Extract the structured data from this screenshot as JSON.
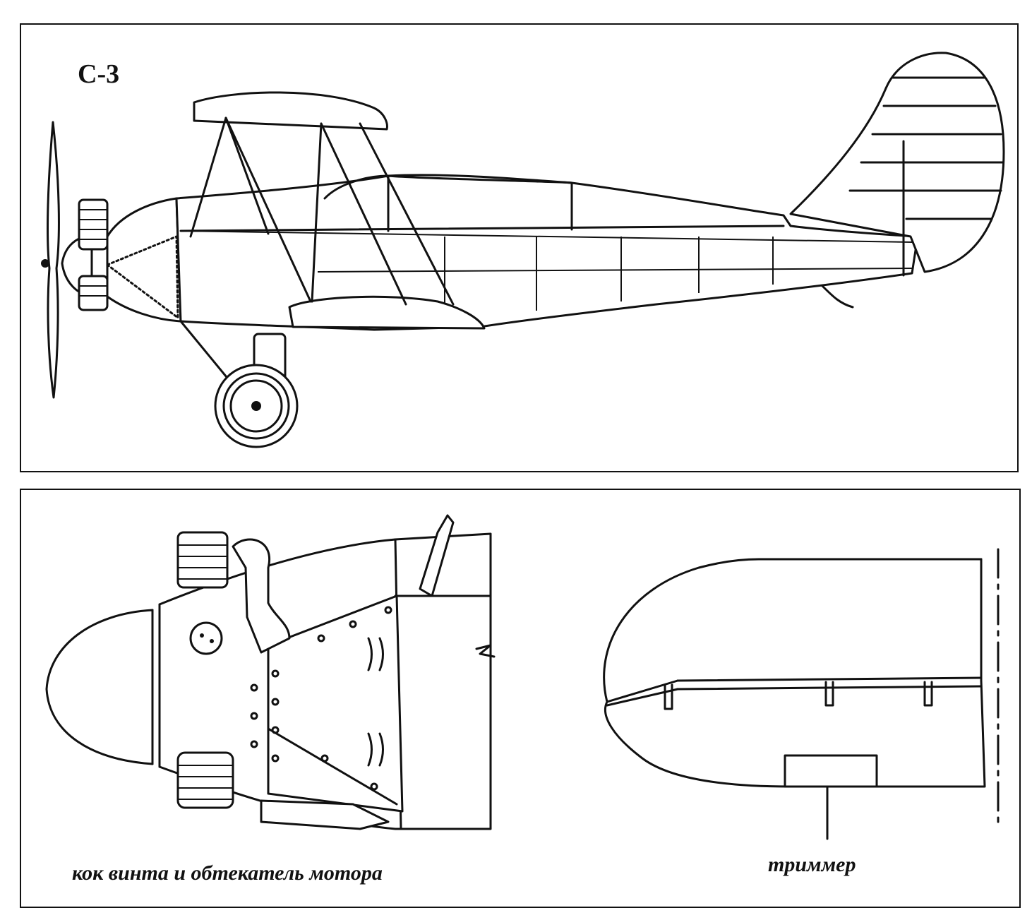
{
  "top_panel": {
    "title": "С-3"
  },
  "bottom_panel": {
    "caption_left": "кок винта и обтекатель мотора",
    "caption_right": "триммер"
  },
  "colors": {
    "ink": "#111111",
    "paper": "#ffffff"
  }
}
